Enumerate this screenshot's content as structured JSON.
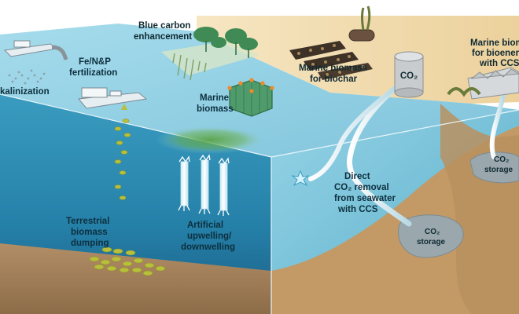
{
  "labels": {
    "ocean_alkalinization": "kalinization",
    "fertilization_line1": "Fe/N&P",
    "fertilization_line2": "fertilization",
    "blue_carbon_line1": "Blue carbon",
    "blue_carbon_line2": "enhancement",
    "marine_biomass_line1": "Marine",
    "marine_biomass_line2": "biomass",
    "biochar_line1": "Marine biomass",
    "biochar_line2": "for biochar",
    "co2_tank": "CO₂",
    "bioenergy_line1": "Marine biom",
    "bioenergy_line2": "for bioener",
    "bioenergy_line3": "with CCS",
    "co2_storage_right_line1": "CO₂",
    "co2_storage_right_line2": "storage",
    "direct_removal_line1": "Direct",
    "direct_removal_line2": "CO₂ removal",
    "direct_removal_line3": "from seawater",
    "direct_removal_line4": "with CCS",
    "co2_storage_seabed_line1": "CO₂",
    "co2_storage_seabed_line2": "storage",
    "terrestrial_line1": "Terrestrial",
    "terrestrial_line2": "biomass",
    "terrestrial_line3": "dumping",
    "upwelling_line1": "Artificial",
    "upwelling_line2": "upwelling/",
    "upwelling_line3": "downwelling"
  },
  "colors": {
    "sky": "#ffffff",
    "ocean_surface": "#8fd0e6",
    "ocean_front": "#2f8fb4",
    "ocean_front_deep": "#1a5f86",
    "ocean_side": "#7fc6dd",
    "land": "#f1dcae",
    "seabed": "#a98760",
    "seabed_side": "#c9a06b",
    "storage_rock": "#9aa7ad",
    "label_text": "#0d2f3e",
    "vegetation": "#3f8a55",
    "biomass_particles": "#b8bf3a"
  }
}
